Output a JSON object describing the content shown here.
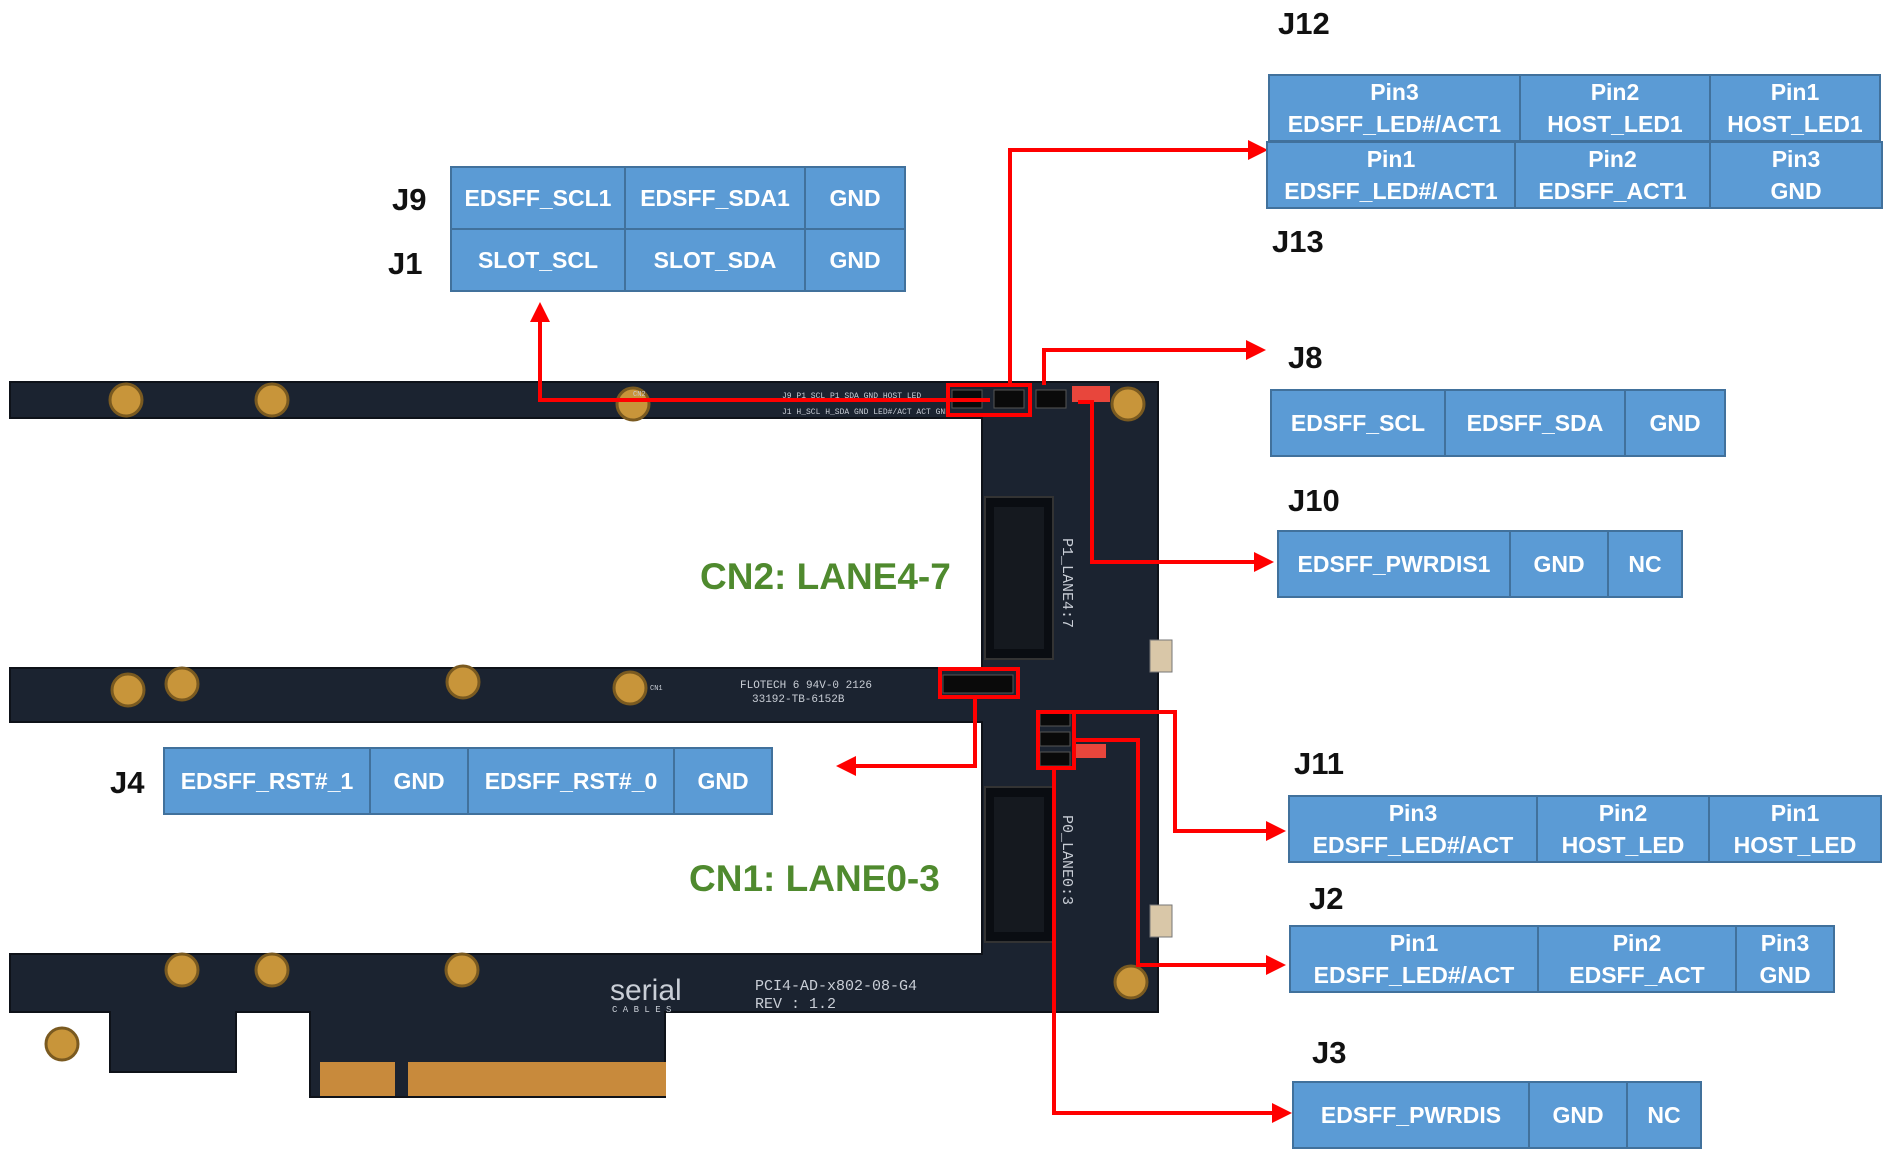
{
  "colors": {
    "board": "#1b2330",
    "arrow": "#ff0000",
    "cell": "#5b9bd5",
    "cell_border": "#41719c",
    "lane": "#4f8a2e",
    "gold": "#c8953a"
  },
  "labels": {
    "j12": "J12",
    "j13": "J13",
    "j9": "J9",
    "j1": "J1",
    "j8": "J8",
    "j10": "J10",
    "j4": "J4",
    "j11": "J11",
    "j2": "J2",
    "j3": "J3"
  },
  "lanes": {
    "cn2": "CN2: LANE4-7",
    "cn1": "CN1: LANE0-3"
  },
  "tables": {
    "j12": [
      [
        "Pin3",
        "EDSFF_LED#/ACT1"
      ],
      [
        "Pin2",
        "HOST_LED1"
      ],
      [
        "Pin1",
        "HOST_LED1"
      ]
    ],
    "j13": [
      [
        "Pin1",
        "EDSFF_LED#/ACT1"
      ],
      [
        "Pin2",
        "EDSFF_ACT1"
      ],
      [
        "Pin3",
        "GND"
      ]
    ],
    "j9": [
      "EDSFF_SCL1",
      "EDSFF_SDA1",
      "GND"
    ],
    "j1": [
      "SLOT_SCL",
      "SLOT_SDA",
      "GND"
    ],
    "j8": [
      "EDSFF_SCL",
      "EDSFF_SDA",
      "GND"
    ],
    "j10": [
      "EDSFF_PWRDIS1",
      "GND",
      "NC"
    ],
    "j4": [
      "EDSFF_RST#_1",
      "GND",
      "EDSFF_RST#_0",
      "GND"
    ],
    "j11": [
      [
        "Pin3",
        "EDSFF_LED#/ACT"
      ],
      [
        "Pin2",
        "HOST_LED"
      ],
      [
        "Pin1",
        "HOST_LED"
      ]
    ],
    "j2": [
      [
        "Pin1",
        "EDSFF_LED#/ACT"
      ],
      [
        "Pin2",
        "EDSFF_ACT"
      ],
      [
        "Pin3",
        "GND"
      ]
    ],
    "j3": [
      "EDSFF_PWRDIS",
      "GND",
      "NC"
    ]
  },
  "silkscreen": {
    "board_name": "PCI4-AD-x802-08-G4",
    "revision": "REV : 1.2",
    "brand": "serial",
    "brand_sub": "C A B L E S",
    "vendor_line1": "FLOTECH 6  94V-0  2126",
    "vendor_line2": "33192-TB-6152B",
    "slot1": "P1_LANE4:7",
    "slot0": "P0_LANE0:3",
    "top_row1": "J9 P1_SCL P1_SDA GND HOST_LED",
    "top_row2": "J1 H_SCL H_SDA GND LED#/ACT ACT GND",
    "cn2_tag": "CN2",
    "cn1_tag": "CN1"
  }
}
